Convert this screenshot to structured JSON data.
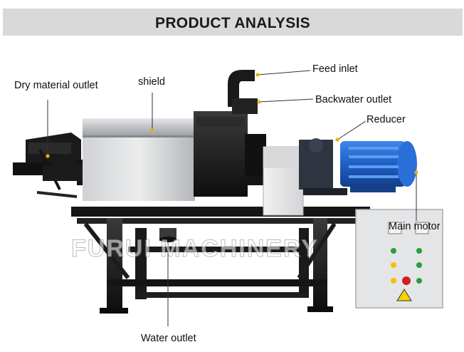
{
  "header": {
    "title": "PRODUCT ANALYSIS"
  },
  "watermark": {
    "text": "FURUI MACHINERY"
  },
  "labels": {
    "feed_inlet": "Feed inlet",
    "backwater_outlet": "Backwater outlet",
    "reducer": "Reducer",
    "dry_material_outlet": "Dry material outlet",
    "shield": "shield",
    "main_motor": "Main motor",
    "water_outlet": "Water outlet"
  },
  "colors": {
    "header_bg": "#d9d9d9",
    "marker": "#e8b400",
    "motor_blue": "#1f5fc8",
    "frame_black": "#141414",
    "steel": "#b9bcc0"
  }
}
